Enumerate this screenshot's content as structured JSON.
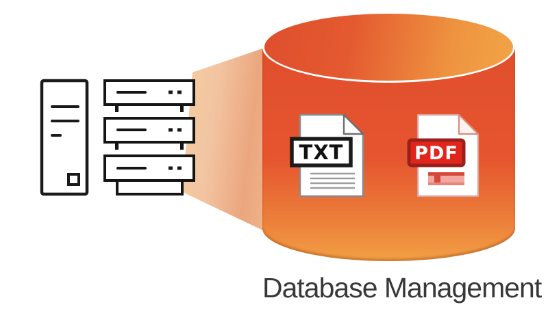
{
  "caption": {
    "text": "Database Management"
  },
  "files": [
    {
      "type": "text-document",
      "label": "TXT"
    },
    {
      "type": "pdf-document",
      "label": "PDF"
    }
  ],
  "icons": [
    "computer-tower-icon",
    "server-stack-icon",
    "data-flow-beam",
    "database-cylinder-icon",
    "txt-file-icon",
    "pdf-file-icon"
  ],
  "colors": {
    "cylinder_dark_orange": "#e6552f",
    "cylinder_light_orange": "#f2a045",
    "cylinder_rim_white": "#ffffff",
    "beam_light": "#f4cf9f",
    "beam_deep": "#eba67e",
    "pdf_red": "#e1251c",
    "pdf_border_red": "#97211a",
    "pdf_block_pink": "#f2a89e",
    "txt_black": "#1a1a1a",
    "line_gray": "#9e9e9e",
    "caption_gray": "#383838",
    "background": "#ffffff"
  }
}
